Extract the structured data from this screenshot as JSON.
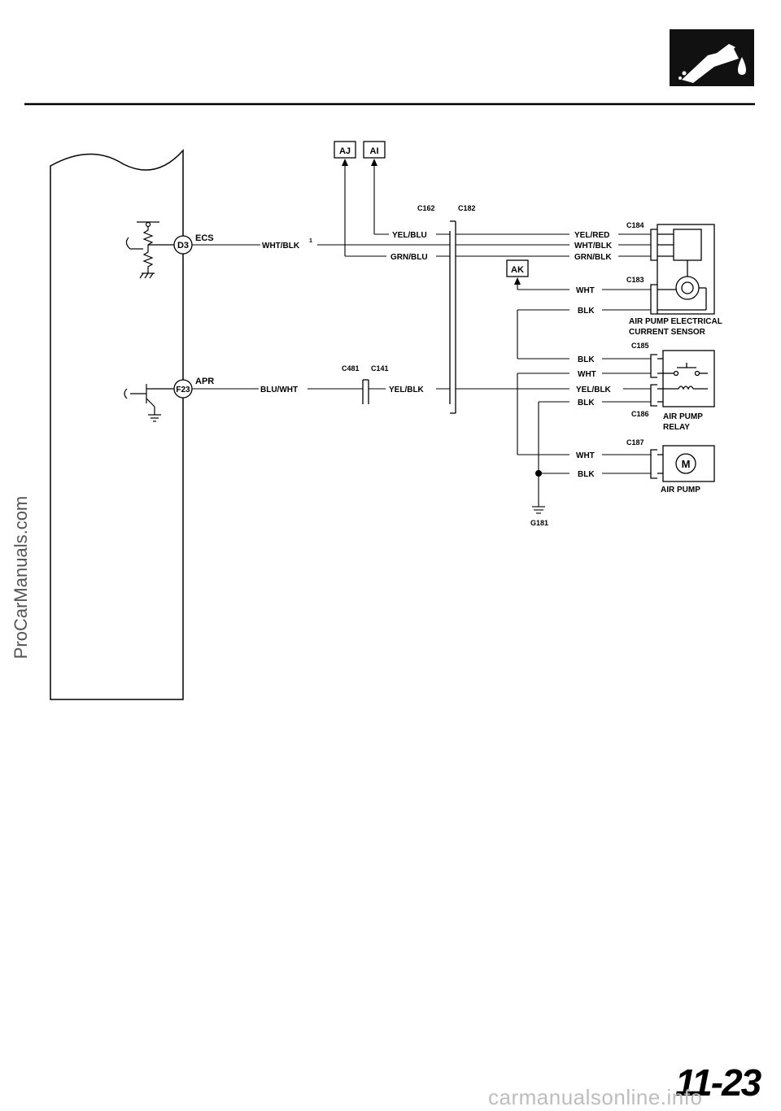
{
  "page": {
    "number": "11-23",
    "watermark_side": "ProCarManuals.com",
    "watermark_bottom": "carmanualsonline.info"
  },
  "icons": {
    "fuel_nozzle": "fuel-nozzle-icon"
  },
  "ecm_pins": {
    "ecs": {
      "pin": "D3",
      "label": "ECS"
    },
    "apr": {
      "pin": "F23",
      "label": "APR"
    }
  },
  "wires": {
    "wht_blk_1": "WHT/BLK",
    "wht_blk_1_note": "1",
    "yel_blu": "YEL/BLU",
    "grn_blu": "GRN/BLU",
    "blu_wht": "BLU/WHT",
    "yel_blk_left": "YEL/BLK",
    "yel_red": "YEL/RED",
    "wht_blk": "WHT/BLK",
    "grn_blk": "GRN/BLK",
    "wht_sensor": "WHT",
    "blk_sensor": "BLK",
    "blk_relay_1": "BLK",
    "wht_relay": "WHT",
    "yel_blk_relay": "YEL/BLK",
    "blk_relay_2": "BLK",
    "wht_pump": "WHT",
    "blk_pump": "BLK"
  },
  "connectors": {
    "c162": "C162",
    "c182": "C182",
    "c481": "C481",
    "c141": "C141",
    "c184": "C184",
    "c183": "C183",
    "c185": "C185",
    "c186": "C186",
    "c187": "C187"
  },
  "refs": {
    "aj": "AJ",
    "ai": "AI",
    "ak": "AK"
  },
  "components": {
    "sensor_name_1": "AIR PUMP ELECTRICAL",
    "sensor_name_2": "CURRENT SENSOR",
    "relay_name_1": "AIR PUMP",
    "relay_name_2": "RELAY",
    "pump_name": "AIR PUMP",
    "motor_symbol": "M"
  },
  "ground": {
    "label": "G181"
  }
}
